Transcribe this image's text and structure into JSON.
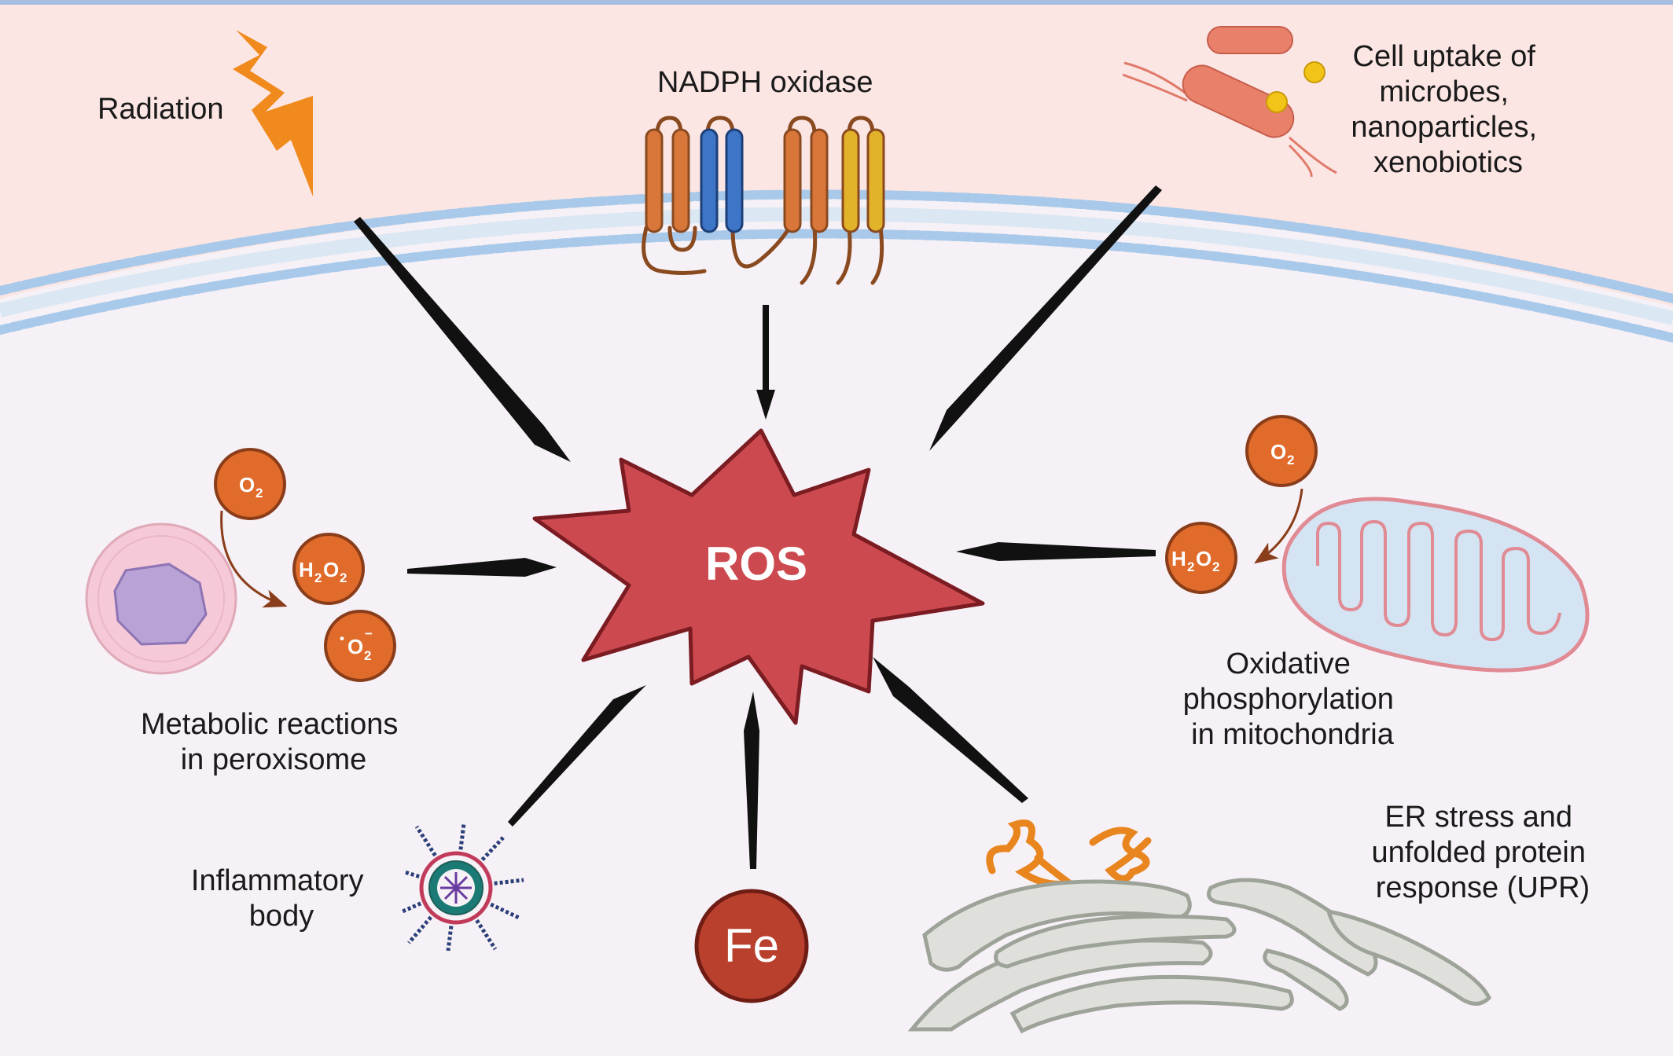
{
  "center": {
    "label": "ROS"
  },
  "sources": {
    "radiation": "Radiation",
    "nadph": "NADPH oxidase",
    "uptake_lines": [
      "Cell uptake of",
      "microbes,",
      "nanoparticles,",
      "xenobiotics"
    ],
    "peroxisome_lines": [
      "Metabolic reactions",
      "in peroxisome"
    ],
    "mitochondria_lines": [
      "Oxidative",
      "phosphorylation",
      "in mitochondria"
    ],
    "inflammatory_lines": [
      "Inflammatory",
      "body"
    ],
    "iron": "Fe",
    "er_lines": [
      "ER stress and",
      "unfolded protein",
      "response (UPR)"
    ]
  },
  "molecules": {
    "o2": {
      "main": "O",
      "sub": "2"
    },
    "h2o2": {
      "a": "H",
      "s1": "2",
      "b": "O",
      "s2": "2"
    },
    "superoxide": {
      "dot": "•",
      "main": "O",
      "sub": "2",
      "sup": "−"
    }
  },
  "colors": {
    "ros_fill": "#cc4a4f",
    "ros_stroke": "#7a1c22",
    "molecule": "#e06b2a",
    "iron": "#b8402d",
    "membrane": "#a9c9ea",
    "extracellular": "#fbe6e4",
    "cytoplasm": "#f6f1f6",
    "arrow": "#111111",
    "lightning": "#f08a1c"
  }
}
